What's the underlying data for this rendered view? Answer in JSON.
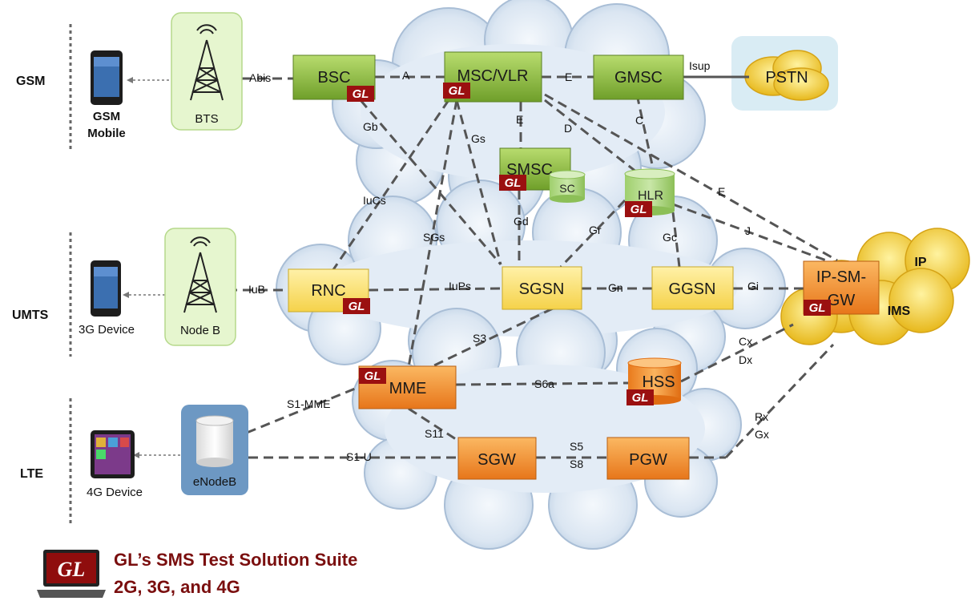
{
  "rows": {
    "gsm": "GSM",
    "umts": "UMTS",
    "lte": "LTE"
  },
  "devices": {
    "gsm_mobile_1": "GSM",
    "gsm_mobile_2": "Mobile",
    "umts_device": "3G Device",
    "lte_device": "4G Device"
  },
  "access": {
    "bts": "BTS",
    "nodeb": "Node B",
    "enodeb": "eNodeB"
  },
  "nodes": {
    "bsc": "BSC",
    "msc": "MSC/VLR",
    "gmsc": "GMSC",
    "pstn": "PSTN",
    "smsc": "SMSC",
    "sc": "SC",
    "hlr": "HLR",
    "rnc": "RNC",
    "sgsn": "SGSN",
    "ggsn": "GGSN",
    "ipsmgw_1": "IP-SM-",
    "ipsmgw_2": "GW",
    "ip": "IP",
    "ims": "IMS",
    "mme": "MME",
    "hss": "HSS",
    "sgw": "SGW",
    "pgw": "PGW"
  },
  "gl_badge": "GL",
  "interfaces": {
    "abis": "Abis",
    "a": "A",
    "e1": "E",
    "isup": "Isup",
    "gb": "Gb",
    "gs": "Gs",
    "e2": "E",
    "d": "D",
    "c": "C",
    "iucs": "IuCs",
    "gd": "Gd",
    "e3": "E",
    "j": "J",
    "gr": "Gr",
    "gc": "Gc",
    "sgs": "SGs",
    "iub": "IuB",
    "iups": "IuPs",
    "gn": "Gn",
    "gi": "Gi",
    "s3": "S3",
    "cx": "Cx",
    "dx": "Dx",
    "s1mme": "S1-MME",
    "s6a": "S6a",
    "s11": "S11",
    "rx": "Rx",
    "gx": "Gx",
    "s1u": "S1-U",
    "s5": "S5",
    "s8": "S8"
  },
  "footer": {
    "logo": "GL",
    "title_line1": "GL’s SMS Test Solution Suite",
    "title_line2": "2G, 3G, and 4G"
  },
  "colors": {
    "green": "#8fbf3d",
    "yellow": "#fde47a",
    "orange": "#f39a2a",
    "cloud": "#d4e2f1",
    "badge": "#9b1010",
    "footer_text": "#7a0e0e"
  }
}
